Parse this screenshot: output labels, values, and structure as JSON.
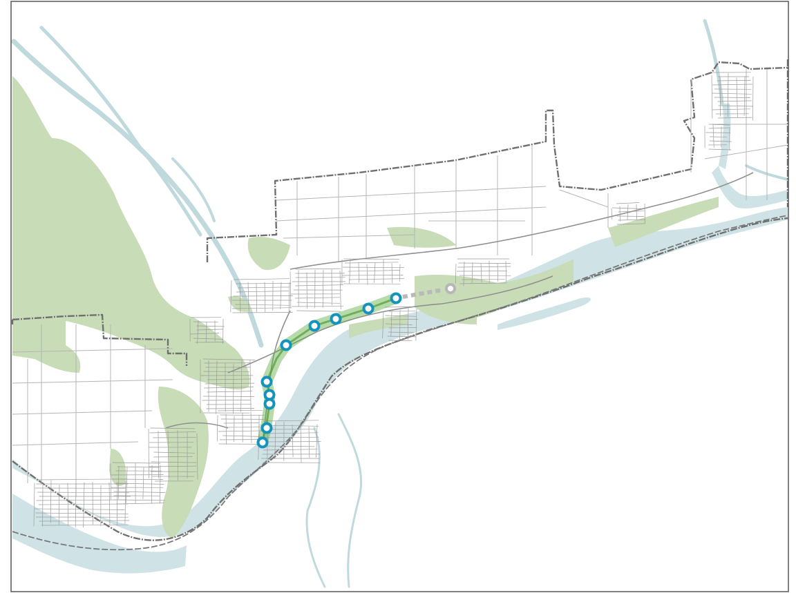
{
  "map": {
    "colors": {
      "water": "#cfe3e6",
      "green_space": "#c8dcb8",
      "boundary": "#6f6f6f",
      "roads": "#b4b4b4",
      "transit_corridor": "#5fae45",
      "station": "#1593bd",
      "future_station": "#b7b7b7"
    },
    "features": [
      "river",
      "green-space",
      "municipal-boundary",
      "road-network",
      "railway",
      "transit-corridor"
    ],
    "stations": {
      "count": 11,
      "proposed_count": 1
    }
  }
}
